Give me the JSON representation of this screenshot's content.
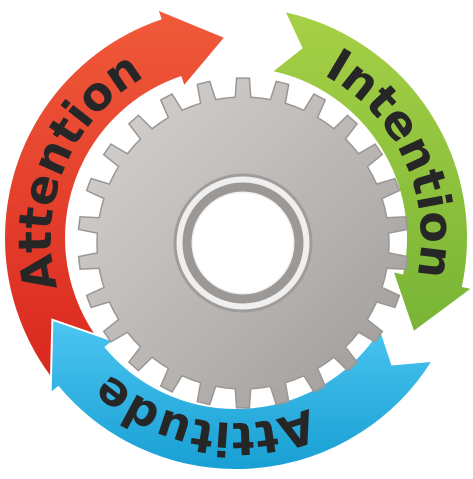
{
  "cycle": {
    "segments": [
      {
        "label": "Attention",
        "color": "#e93a2b"
      },
      {
        "label": "Intention",
        "color": "#8fc33f"
      },
      {
        "label": "Attitude",
        "color": "#27b4e6"
      }
    ],
    "center_icon": "gear-icon",
    "gear_color": "#b8b4b1"
  }
}
